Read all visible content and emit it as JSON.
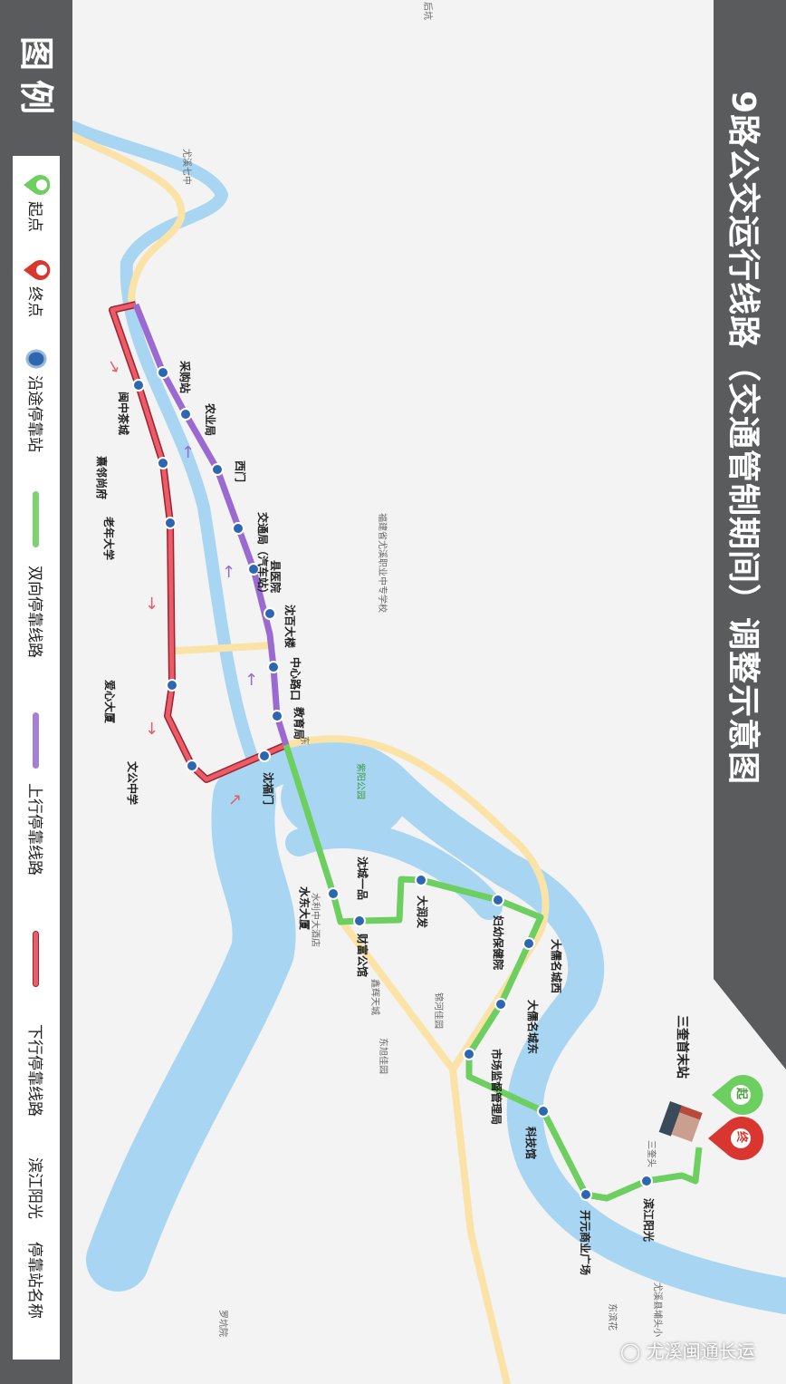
{
  "title": "9路公交运行线路（交通管制期间）调整示意图",
  "legend": {
    "title": "图例",
    "items": [
      {
        "icon": "start-pin",
        "label": "起点",
        "badge": "起"
      },
      {
        "icon": "end-pin",
        "label": "终点",
        "badge": "终"
      },
      {
        "icon": "stop-dot",
        "label": "沿途停靠站"
      },
      {
        "icon": "line-green",
        "label": "双向停靠线路"
      },
      {
        "icon": "line-purple",
        "label": "上行停靠线路"
      },
      {
        "icon": "line-red",
        "label": "下行停靠线路"
      },
      {
        "icon": "example-name",
        "label": "滨江阳光",
        "desc": "停靠站名称"
      }
    ]
  },
  "colors": {
    "green": "#6ccf5f",
    "purple": "#9b6ad0",
    "red": "#e0424f",
    "stop": "#2e67b1",
    "river": "#a8d6f2",
    "road": "#fbe3a8",
    "band": "#5a5b5c"
  },
  "terminal": {
    "label": "三奎首末站",
    "start_badge": "起",
    "end_badge": "终"
  },
  "stops": {
    "up": [
      "采购站",
      "农业局",
      "西门",
      "交通局（汽车站）",
      "县医院",
      "沈百大楼",
      "中心路口",
      "教育局"
    ],
    "down": [
      "闽中茶城",
      "熹邻尚府",
      "老年大学",
      "爱心大厦",
      "文公中学",
      "沈福门"
    ],
    "both": [
      "水东大厦",
      "沈城一品",
      "财富公馆",
      "大润发",
      "妇幼保健院",
      "大儒名城西",
      "大儒名城东",
      "市场监督管理局",
      "科技馆",
      "开元商业广场",
      "滨江阳光"
    ]
  },
  "pois": [
    "尤溪七中",
    "福建省尤溪职业中专学校",
    "紫阳公园",
    "水利中大酒店",
    "鑫辉天城",
    "锦河佳园",
    "东旭佳园",
    "罗坑院",
    "后坑",
    "三奎头",
    "尤溪县埔头小",
    "东滨花",
    "东"
  ],
  "watermark": "尤溪闽通长运"
}
